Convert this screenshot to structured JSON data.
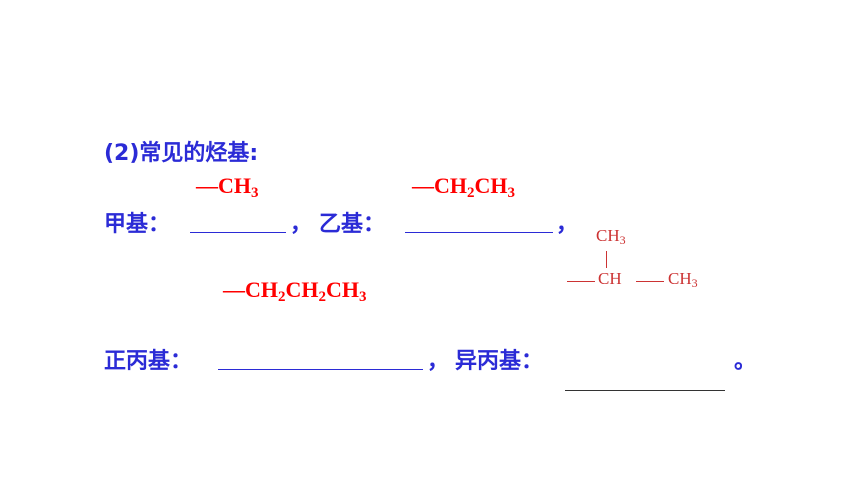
{
  "heading": "(2)常见的烃基:",
  "methyl": {
    "label": "甲基：",
    "answer_main": "—CH",
    "answer_sub": "3",
    "separator": "，"
  },
  "ethyl": {
    "label": "乙基：",
    "answer_pre": "—CH",
    "answer_sub1": "2",
    "answer_mid": "CH",
    "answer_sub2": "3",
    "separator": "，"
  },
  "propyl": {
    "label": "正丙基：",
    "answer_pre": "—CH",
    "answer_sub1": "2",
    "answer_mid1": "CH",
    "answer_sub2": "2",
    "answer_mid2": "CH",
    "answer_sub3": "3",
    "separator": "，"
  },
  "isopropyl": {
    "label": "异丙基：",
    "end_mark": "。",
    "structure": {
      "top_group": "CH",
      "top_sub": "3",
      "center": "CH",
      "right_group": "CH",
      "right_sub": "3",
      "bond": "—"
    }
  },
  "colors": {
    "text": "#2b2bd6",
    "answer": "#ff0000",
    "structure": "#cc3333"
  }
}
